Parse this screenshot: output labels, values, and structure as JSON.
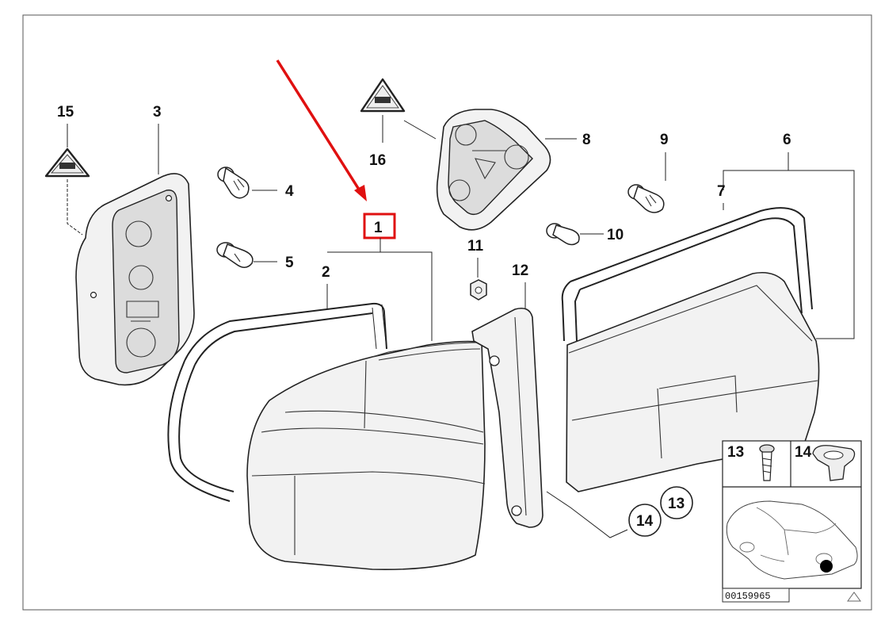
{
  "parts": [
    {
      "id": "1",
      "highlighted": true
    },
    {
      "id": "2"
    },
    {
      "id": "3"
    },
    {
      "id": "4"
    },
    {
      "id": "5"
    },
    {
      "id": "6"
    },
    {
      "id": "7"
    },
    {
      "id": "8"
    },
    {
      "id": "9"
    },
    {
      "id": "10"
    },
    {
      "id": "11"
    },
    {
      "id": "12"
    },
    {
      "id": "15"
    },
    {
      "id": "16"
    }
  ],
  "circled_labels": [
    "14",
    "13"
  ],
  "inset_labels": [
    "13",
    "14"
  ],
  "reference_number": "00159965",
  "colors": {
    "highlight": "#e01010",
    "arrow": "#e01010",
    "line": "#222222",
    "location_dot": "#000000"
  },
  "icons": [
    "warning-triangle-icon",
    "caution-triangle-icon"
  ]
}
